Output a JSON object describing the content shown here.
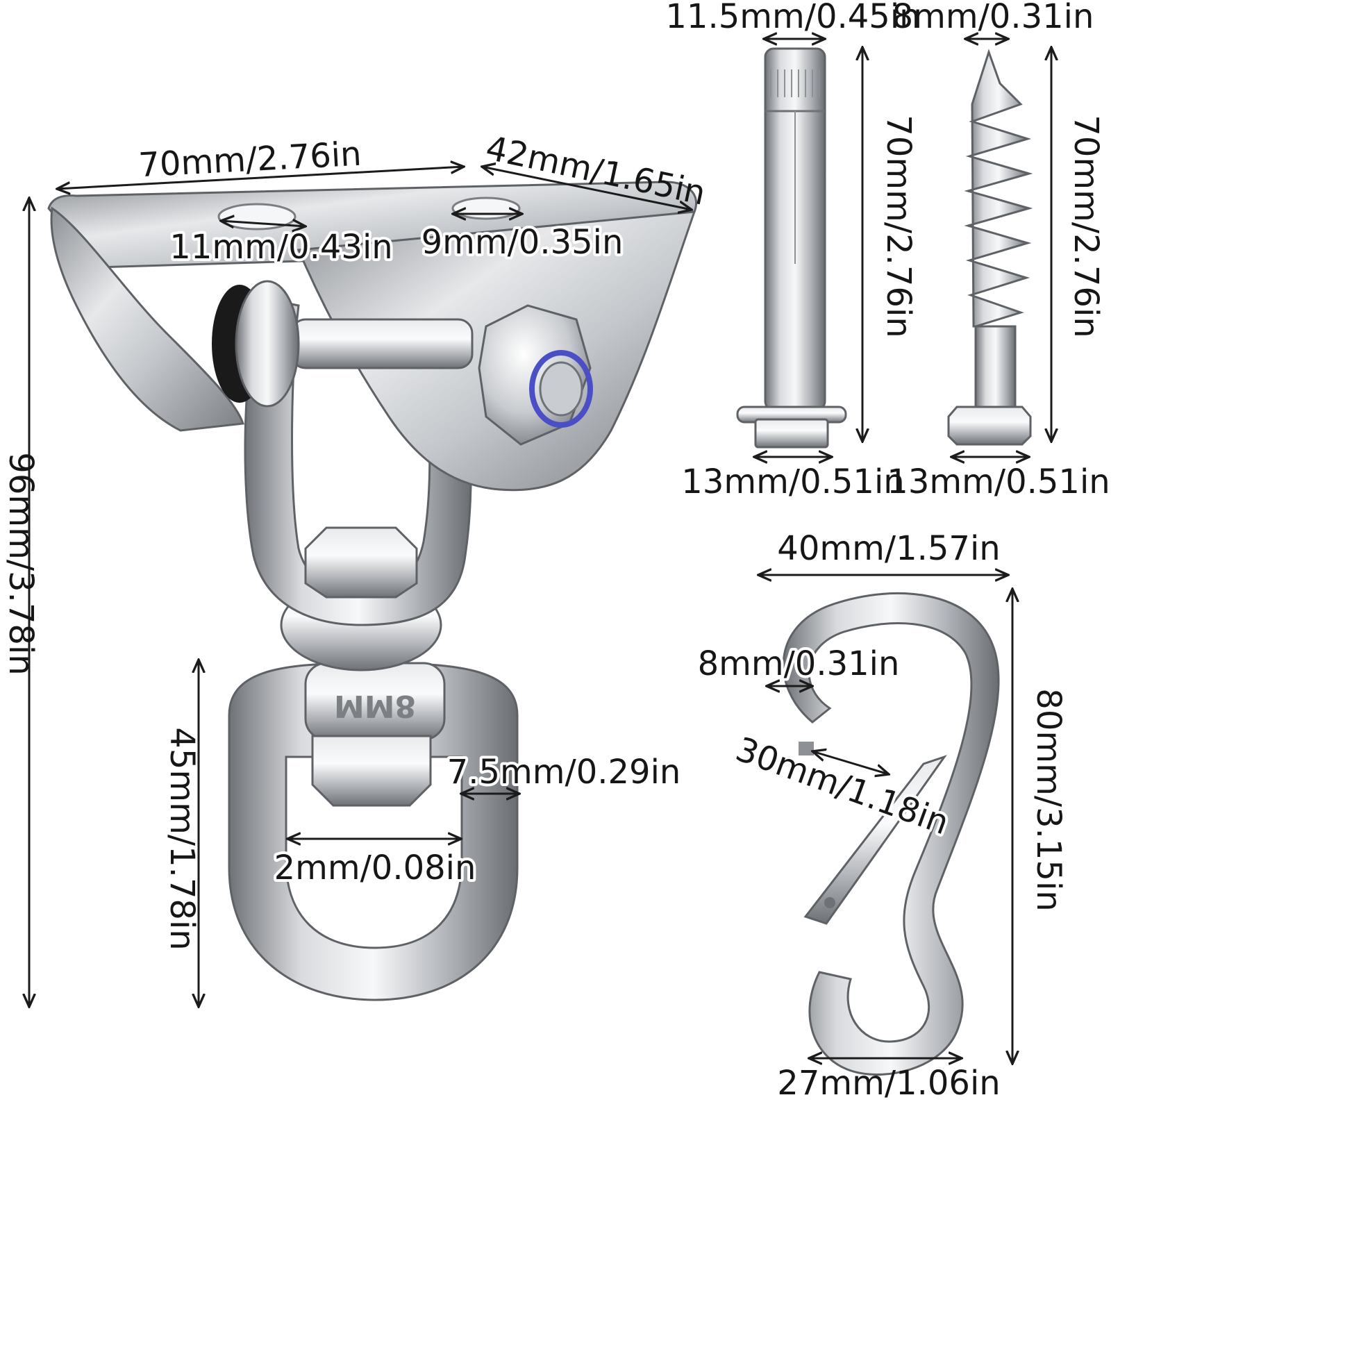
{
  "labels": {
    "mount_width": "70mm/2.76in",
    "mount_depth": "42mm/1.65in",
    "hole_large": "11mm/0.43in",
    "hole_small": "9mm/0.35in",
    "total_height": "96mm/3.78in",
    "eye_height": "45mm/1.78in",
    "eye_thickness": "7.5mm/0.29in",
    "eye_inner": "2mm/0.08in",
    "stamp": "8MM",
    "anchor_diameter": "11.5mm/0.45in",
    "anchor_length": "70mm/2.76in",
    "anchor_head": "13mm/0.51in",
    "screw_diameter": "8mm/0.31in",
    "screw_length": "70mm/2.76in",
    "screw_head": "13mm/0.51in",
    "hook_width": "40mm/1.57in",
    "hook_wire": "8mm/0.31in",
    "hook_gate": "30mm/1.18in",
    "hook_height": "80mm/3.15in",
    "hook_bottom": "27mm/1.06in"
  },
  "colors": {
    "steel_light": "#f2f3f5",
    "steel_mid": "#b9bcc1",
    "steel_dark": "#6e7176",
    "nylon_ring": "#4a4fc6",
    "text": "#161616"
  }
}
